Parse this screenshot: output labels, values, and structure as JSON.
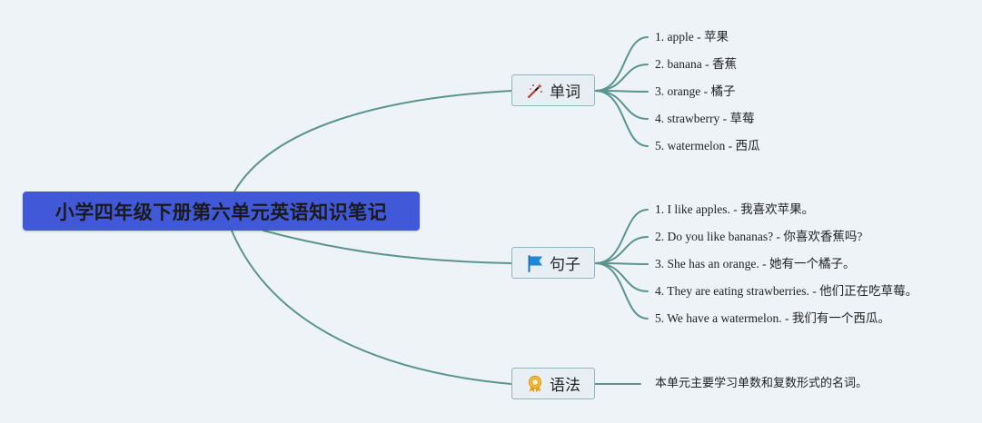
{
  "root": {
    "title": "小学四年级下册第六单元英语知识笔记"
  },
  "colors": {
    "root_bg": "#4159d8",
    "line": "#5b948f",
    "branch_bg": "#e7eff4",
    "branch_border": "#8db7bd"
  },
  "branches": [
    {
      "label": "单词",
      "icon": "magic-wand-icon",
      "items": [
        "1. apple - 苹果",
        "2. banana - 香蕉",
        "3. orange - 橘子",
        "4. strawberry - 草莓",
        "5. watermelon - 西瓜"
      ]
    },
    {
      "label": "句子",
      "icon": "flag-icon",
      "items": [
        "1. I like apples. - 我喜欢苹果。",
        "2. Do you like bananas? - 你喜欢香蕉吗?",
        "3. She has an orange. - 她有一个橘子。",
        "4. They are eating strawberries. - 他们正在吃草莓。",
        "5. We have a watermelon. - 我们有一个西瓜。"
      ]
    },
    {
      "label": "语法",
      "icon": "award-ribbon-icon",
      "items": [
        "本单元主要学习单数和复数形式的名词。"
      ]
    }
  ]
}
